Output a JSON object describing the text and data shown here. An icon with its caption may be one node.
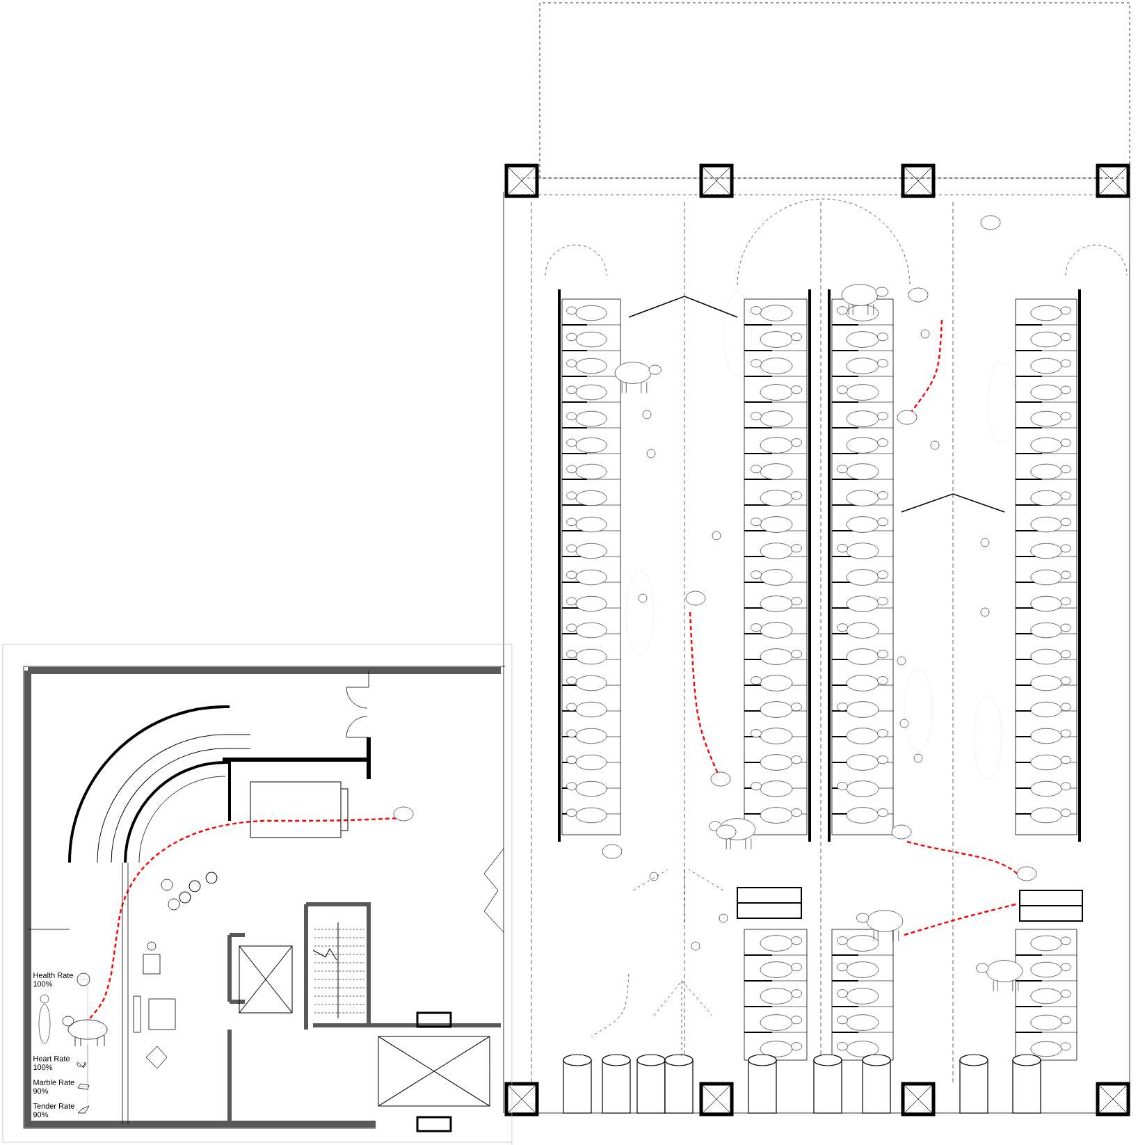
{
  "diagram": {
    "nodes": [
      {
        "text": [],
        "shape": "picture"
      },
      {
        "text": [
          "Health Rate 100%"
        ]
      },
      {
        "text": [
          "Heart Rate 100%"
        ]
      },
      {
        "text": [
          "Marble Rate 90%"
        ]
      },
      {
        "text": [
          "Tender Rate 90%"
        ]
      }
    ],
    "edges": [
      {
        "from": 1,
        "to": 0,
        "arrow": "none"
      },
      {
        "from": 2,
        "to": 0,
        "arrow": "none"
      },
      {
        "from": 3,
        "to": 0,
        "arrow": "none"
      },
      {
        "from": 4,
        "to": 0,
        "arrow": "none"
      }
    ]
  }
}
